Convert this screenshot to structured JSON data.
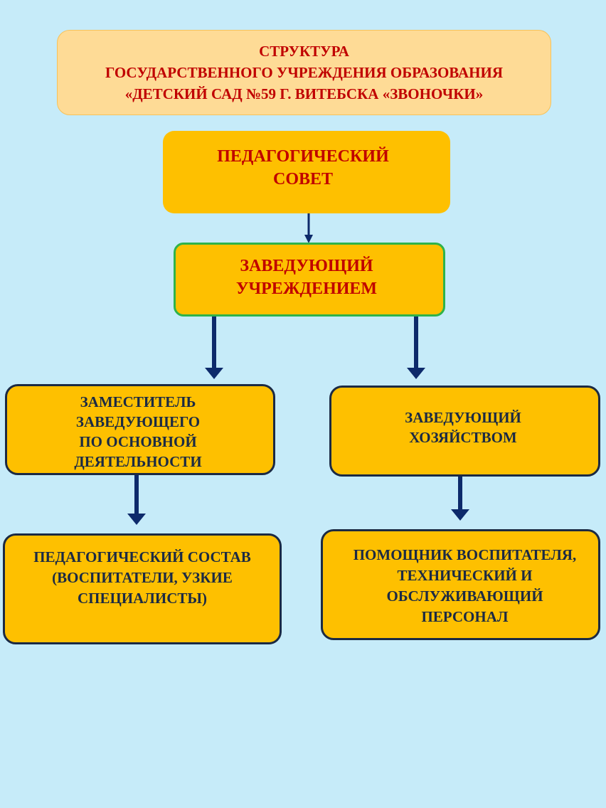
{
  "title": "СТРУКТУРА\nГОСУДАРСТВЕННОГО УЧРЕЖДЕНИЯ ОБРАЗОВАНИЯ\n«ДЕТСКИЙ САД №59 Г. ВИТЕБСКА «ЗВОНОЧКИ»",
  "nodes": {
    "council": "ПЕДАГОГИЧЕСКИЙ\nСОВЕТ",
    "head": "ЗАВЕДУЮЩИЙ\nУЧРЕЖДЕНИЕМ",
    "deputy": "ЗАМЕСТИТЕЛЬ\nЗАВЕДУЮЩЕГО\nПО ОСНОВНОЙ\nДЕЯТЕЛЬНОСТИ",
    "household": "ЗАВЕДУЮЩИЙ\nХОЗЯЙСТВОМ",
    "teaching_staff": "ПЕДАГОГИЧЕСКИЙ СОСТАВ\n(ВОСПИТАТЕЛИ, УЗКИЕ\nСПЕЦИАЛИСТЫ)",
    "support_staff": "ПОМОЩНИК ВОСПИТАТЕЛЯ,\nТЕХНИЧЕСКИЙ И\nОБСЛУЖИВАЮЩИЙ\nПЕРСОНАЛ"
  },
  "colors": {
    "background": "#c6ebf9",
    "title_fill": "#fedb96",
    "box_fill": "#fec000",
    "red_text": "#c00000",
    "navy": "#1b2a44",
    "green_border": "#2fb34a"
  }
}
